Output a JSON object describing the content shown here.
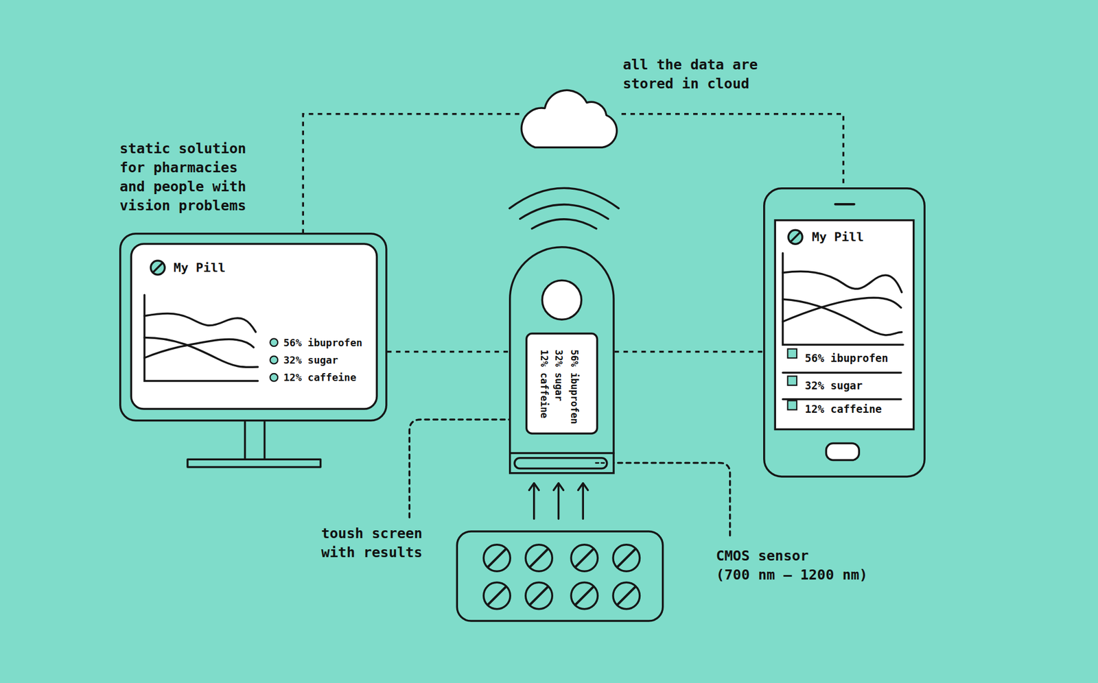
{
  "diagram": {
    "nodes": [
      {
        "text": [
          "all the data are stored in cloud"
        ]
      },
      {
        "text": [
          "static solution for pharmacies and people with vision problems",
          "My Pill",
          "56% ibuprofen",
          "32% sugar",
          "12% caffeine"
        ]
      },
      {
        "text": [
          "56% ibuprofen",
          "32% sugar",
          "12% caffeine"
        ]
      },
      {
        "text": [
          "My Pill",
          "56% ibuprofen",
          "32% sugar",
          "12% caffeine"
        ]
      }
    ],
    "edges": [
      {
        "from": 0,
        "to": 1,
        "arrow": "none"
      },
      {
        "from": 0,
        "to": 3,
        "arrow": "none"
      },
      {
        "from": 1,
        "to": 2,
        "arrow": "none"
      },
      {
        "from": 2,
        "to": 3,
        "arrow": "none"
      }
    ],
    "labels": [
      "toush screen with results",
      "CMOS sensor",
      "(700 nm – 1200 nm)"
    ]
  }
}
